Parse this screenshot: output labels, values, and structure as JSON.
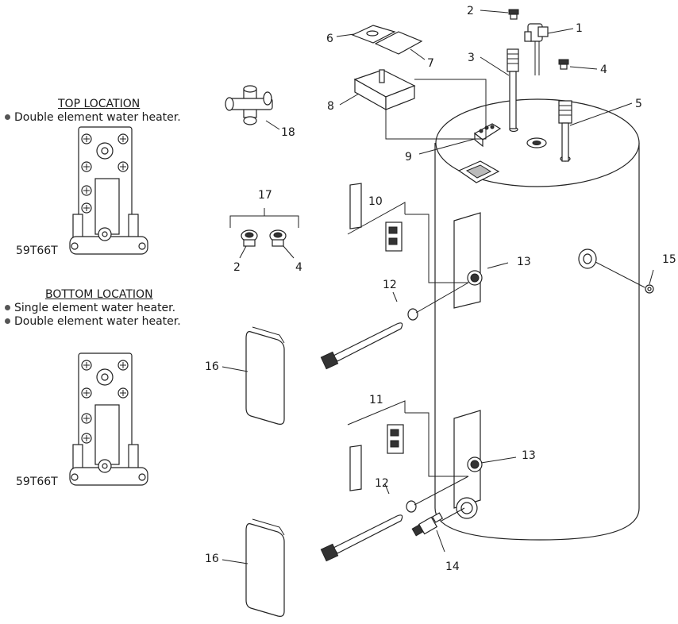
{
  "top_location": {
    "heading": "TOP LOCATION",
    "bullets": [
      "Double element water heater."
    ],
    "thermostat_model": "59T66T"
  },
  "bottom_location": {
    "heading": "BOTTOM LOCATION",
    "bullets": [
      "Single element water heater.",
      "Double element water heater."
    ],
    "thermostat_model": "59T66T"
  },
  "callouts": {
    "n1": "1",
    "n2a": "2",
    "n2b": "2",
    "n3": "3",
    "n4a": "4",
    "n4b": "4",
    "n5": "5",
    "n6": "6",
    "n7": "7",
    "n8": "8",
    "n9": "9",
    "n10": "10",
    "n11": "11",
    "n12a": "12",
    "n12b": "12",
    "n13a": "13",
    "n13b": "13",
    "n14": "14",
    "n15": "15",
    "n16a": "16",
    "n16b": "16",
    "n17": "17",
    "n18": "18"
  }
}
